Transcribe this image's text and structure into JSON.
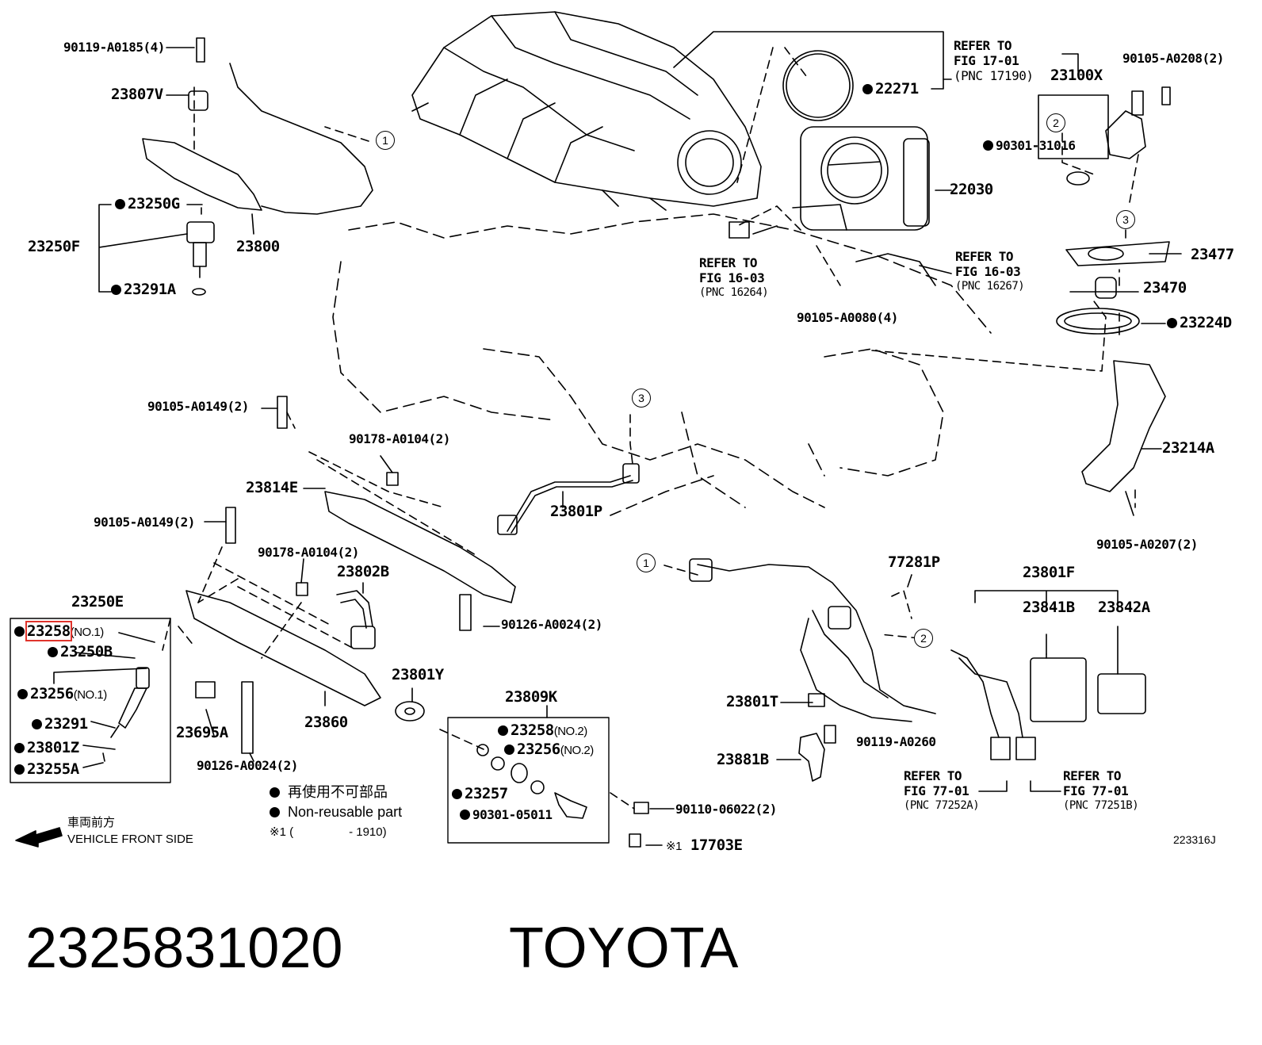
{
  "parts": {
    "p_90119_a0185": "90119-A0185(4)",
    "p_23807v": "23807V",
    "p_23250g": "23250G",
    "p_23250f": "23250F",
    "p_23800": "23800",
    "p_23291a": "23291A",
    "p_22271": "22271",
    "p_22030": "22030",
    "p_23100x": "23100X",
    "p_90105_a0208": "90105-A0208(2)",
    "p_90301_31016": "90301-31016",
    "p_23477": "23477",
    "p_23470": "23470",
    "p_23224d": "23224D",
    "p_90105_a0080": "90105-A0080(4)",
    "p_23214a": "23214A",
    "p_90105_a0207": "90105-A0207(2)",
    "p_90105_a0149_a": "90105-A0149(2)",
    "p_90178_a0104_a": "90178-A0104(2)",
    "p_23814e": "23814E",
    "p_23801p": "23801P",
    "p_90105_a0149_b": "90105-A0149(2)",
    "p_90178_a0104_b": "90178-A0104(2)",
    "p_23802b": "23802B",
    "p_90126_a0024_a": "90126-A0024(2)",
    "p_23250e": "23250E",
    "p_23258_no1": "23258",
    "no1_a": "(NO.1)",
    "p_23250b": "23250B",
    "p_23256_no1": "23256",
    "no1_b": "(NO.1)",
    "p_23291": "23291",
    "p_23801z": "23801Z",
    "p_23255a": "23255A",
    "p_23695a": "23695A",
    "p_90126_a0024_b": "90126-A0024(2)",
    "p_23860": "23860",
    "p_23801y": "23801Y",
    "p_23809k": "23809K",
    "p_23258_no2": "23258",
    "no2_a": "(NO.2)",
    "p_23256_no2": "23256",
    "no2_b": "(NO.2)",
    "p_23257": "23257",
    "p_90301_05011": "90301-05011",
    "p_90110_06022": "90110-06022(2)",
    "p_17703e": "17703E",
    "p_77281p": "77281P",
    "p_23801f": "23801F",
    "p_23841b": "23841B",
    "p_23842a": "23842A",
    "p_23801t": "23801T",
    "p_90119_a0260": "90119-A0260",
    "p_23881b": "23881B"
  },
  "refs": {
    "fig17_l1": "REFER TO",
    "fig17_l2": "FIG 17-01",
    "fig17_l3": "(PNC 17190)",
    "fig1603a_l1": "REFER TO",
    "fig1603a_l2": "FIG 16-03",
    "fig1603a_l3": "(PNC 16264)",
    "fig1603b_l1": "REFER TO",
    "fig1603b_l2": "FIG 16-03",
    "fig1603b_l3": "(PNC 16267)",
    "fig7701a_l1": "REFER TO",
    "fig7701a_l2": "FIG 77-01",
    "fig7701a_l3": "(PNC 77252A)",
    "fig7701b_l1": "REFER TO",
    "fig7701b_l2": "FIG 77-01",
    "fig7701b_l3": "(PNC 77251B)"
  },
  "circles": {
    "c1": "1",
    "c2": "2",
    "c3": "3"
  },
  "legend": {
    "jp_nonreusable": "再使用不可部品",
    "en_nonreusable": "Non-reusable part",
    "mark1": "※1 (",
    "mark1_range": "- 1910)",
    "star_mark": "※1",
    "front_jp": "車両前方",
    "front_en": "VEHICLE FRONT SIDE"
  },
  "figure_code": "223316J",
  "footer": {
    "part_number": "2325831020",
    "brand": "TOYOTA"
  },
  "colors": {
    "highlight": "#e0342c",
    "ink": "#000000"
  }
}
